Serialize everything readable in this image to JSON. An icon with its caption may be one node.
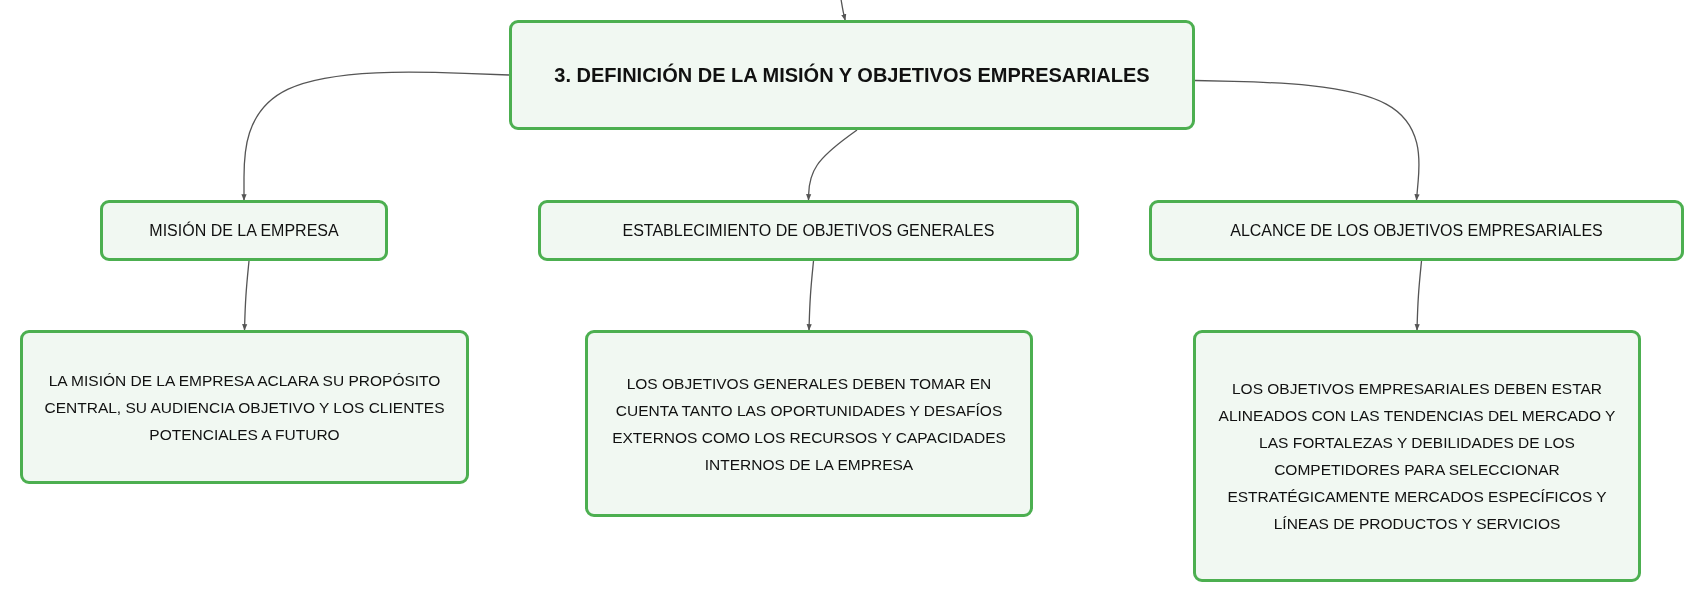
{
  "diagram": {
    "nodes": [
      {
        "text": [
          "3. DEFINICIÓN DE LA MISIÓN Y OBJETIVOS EMPRESARIALES"
        ]
      },
      {
        "text": [
          "MISIÓN DE LA EMPRESA"
        ]
      },
      {
        "text": [
          "ESTABLECIMIENTO DE OBJETIVOS GENERALES"
        ]
      },
      {
        "text": [
          "ALCANCE DE LOS OBJETIVOS EMPRESARIALES"
        ]
      },
      {
        "text": [
          "LA MISIÓN DE LA EMPRESA ACLARA SU PROPÓSITO CENTRAL, SU AUDIENCIA OBJETIVO Y LOS CLIENTES POTENCIALES A FUTURO"
        ]
      },
      {
        "text": [
          "LOS OBJETIVOS GENERALES DEBEN TOMAR EN CUENTA TANTO LAS OPORTUNIDADES Y DESAFÍOS EXTERNOS COMO LOS RECURSOS Y CAPACIDADES INTERNOS DE LA EMPRESA"
        ]
      },
      {
        "text": [
          "LOS OBJETIVOS EMPRESARIALES DEBEN ESTAR ALINEADOS CON LAS TENDENCIAS DEL MERCADO Y LAS FORTALEZAS Y DEBILIDADES DE LOS COMPETIDORES PARA SELECCIONAR ESTRATÉGICAMENTE MERCADOS ESPECÍFICOS Y LÍNEAS DE PRODUCTOS Y SERVICIOS"
        ]
      }
    ],
    "edges": [
      {
        "from": null,
        "to": 0,
        "arrow": "to"
      },
      {
        "from": 0,
        "to": 1,
        "arrow": "to"
      },
      {
        "from": 0,
        "to": 2,
        "arrow": "to"
      },
      {
        "from": 0,
        "to": 3,
        "arrow": "to"
      },
      {
        "from": 1,
        "to": 4,
        "arrow": "to"
      },
      {
        "from": 2,
        "to": 5,
        "arrow": "to"
      },
      {
        "from": 3,
        "to": 6,
        "arrow": "to"
      }
    ]
  }
}
